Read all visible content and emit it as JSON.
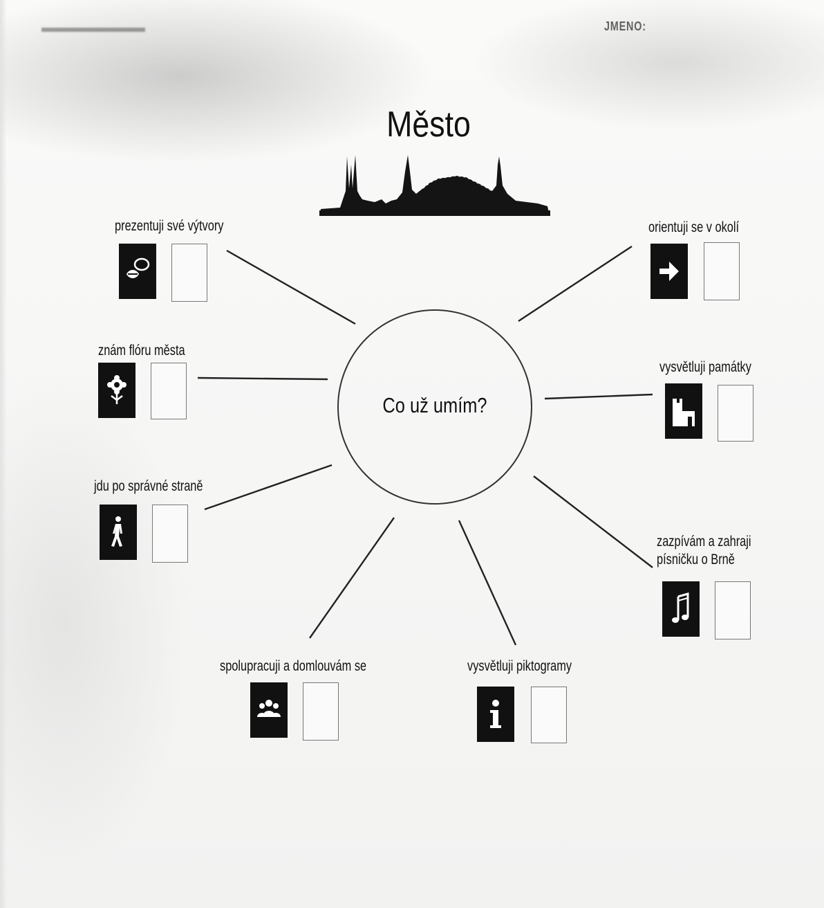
{
  "header": {
    "name_label": "JMENO:"
  },
  "title": "Město",
  "center": {
    "question": "Co už umím?"
  },
  "skills": [
    {
      "label": "prezentuji své výtvory",
      "icon": "speech-bubble-icon"
    },
    {
      "label": "orientuji se v okolí",
      "icon": "arrow-right-icon"
    },
    {
      "label": "znám flóru města",
      "icon": "flower-icon"
    },
    {
      "label": "vysvětluji památky",
      "icon": "castle-icon"
    },
    {
      "label": "jdu po správné straně",
      "icon": "pedestrian-icon"
    },
    {
      "label": "zazpívám a zahraji písničku o Brně",
      "icon": "music-note-icon"
    },
    {
      "label": "spolupracuji a domlouvám se",
      "icon": "group-icon"
    },
    {
      "label": "vysvětluji piktogramy",
      "icon": "info-icon"
    }
  ]
}
